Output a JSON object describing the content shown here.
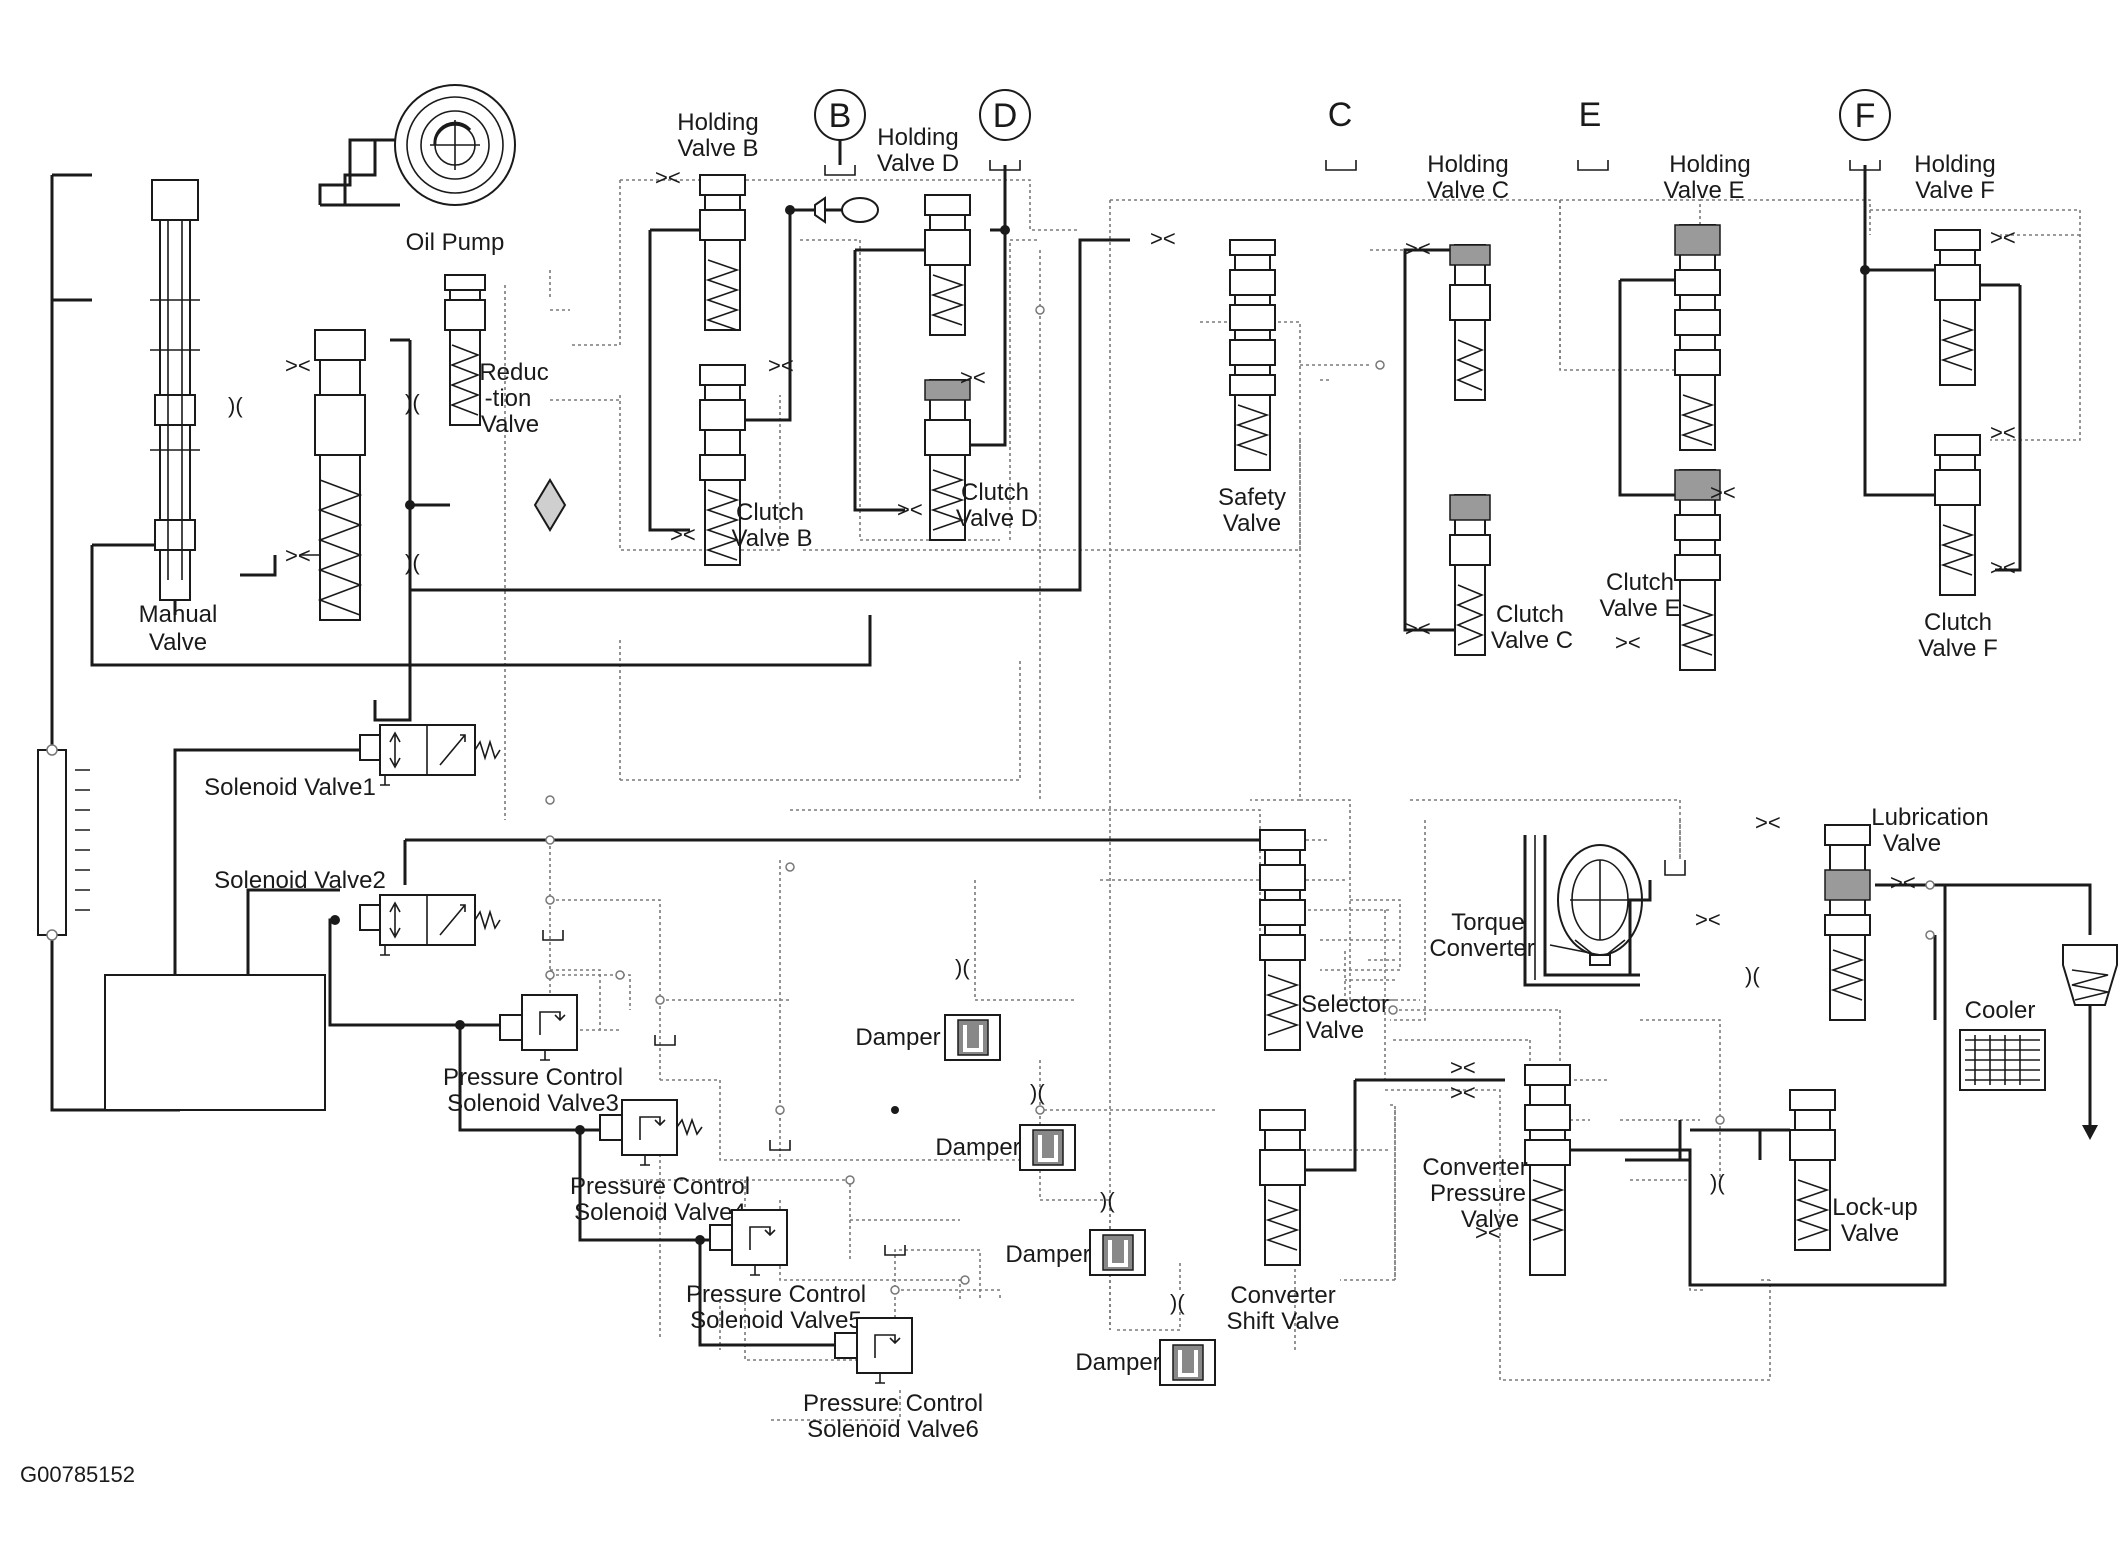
{
  "figure_code": "G00785152",
  "ports": [
    "B",
    "D",
    "C",
    "E",
    "F"
  ],
  "labels": {
    "oil_pump": "Oil Pump",
    "reduction_valve": [
      "Reduc",
      "-tion",
      "Valve"
    ],
    "manual_valve": [
      "Manual",
      "Valve"
    ],
    "holding_valve_b": [
      "Holding",
      "Valve B"
    ],
    "holding_valve_d": [
      "Holding",
      "Valve D"
    ],
    "holding_valve_c": [
      "Holding",
      "Valve C"
    ],
    "holding_valve_e": [
      "Holding",
      "Valve E"
    ],
    "holding_valve_f": [
      "Holding",
      "Valve F"
    ],
    "clutch_valve_b": [
      "Clutch",
      "Valve B"
    ],
    "clutch_valve_d": [
      "Clutch",
      "Valve D"
    ],
    "clutch_valve_c": [
      "Clutch",
      "Valve C"
    ],
    "clutch_valve_e": [
      "Clutch",
      "Valve E"
    ],
    "clutch_valve_f": [
      "Clutch",
      "Valve F"
    ],
    "safety_valve": [
      "Safety",
      "Valve"
    ],
    "solenoid_valve1": "Solenoid Valve1",
    "solenoid_valve2": "Solenoid Valve2",
    "pcsv3": [
      "Pressure Control",
      "Solenoid Valve3"
    ],
    "pcsv4": [
      "Pressure Control",
      "Solenoid Valve4"
    ],
    "pcsv5": [
      "Pressure Control",
      "Solenoid Valve5"
    ],
    "pcsv6": [
      "Pressure Control",
      "Solenoid Valve6"
    ],
    "damper": "Damper",
    "selector_valve": [
      "Selector",
      "Valve"
    ],
    "converter_shift_valve": [
      "Converter",
      "Shift Valve"
    ],
    "torque_converter": [
      "Torque",
      "Converter"
    ],
    "converter_pressure_valve": [
      "Converter",
      "Pressure",
      "Valve"
    ],
    "lubrication_valve": [
      "Lubrication",
      "Valve"
    ],
    "lockup_valve": [
      "Lock-up",
      "Valve"
    ],
    "cooler": "Cooler"
  }
}
